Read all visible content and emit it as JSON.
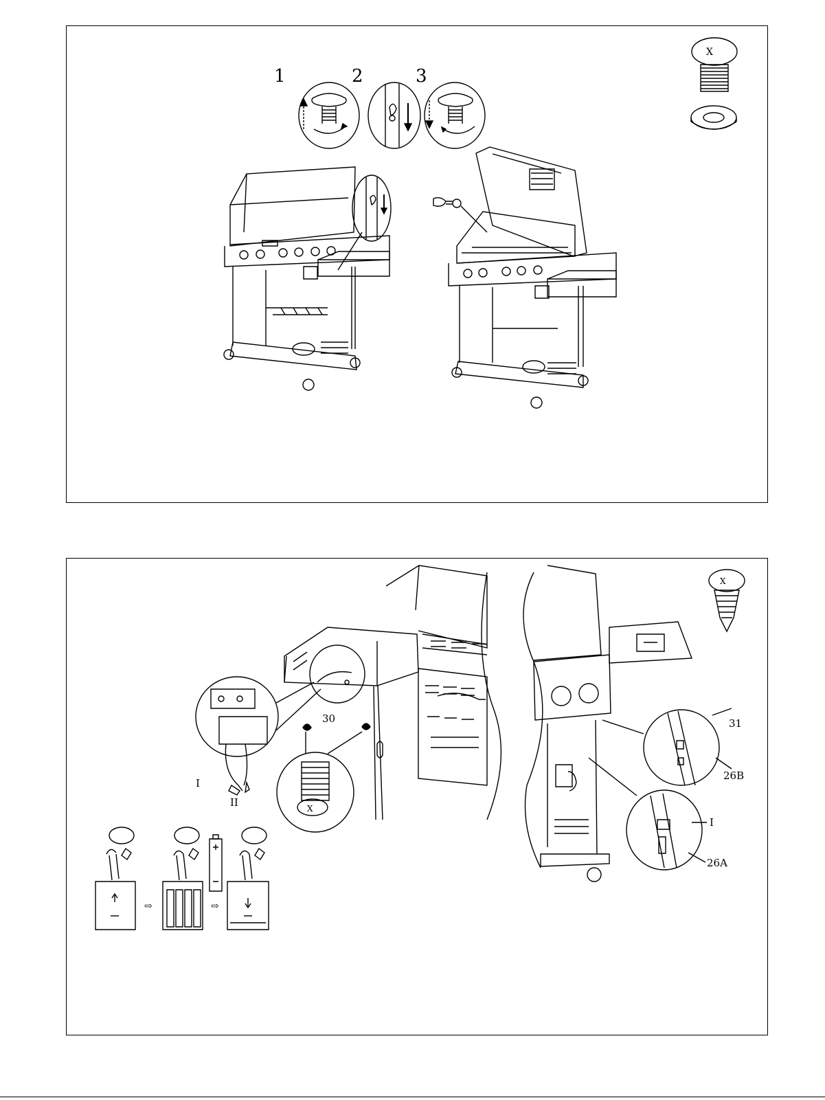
{
  "top_panel": {
    "step_numbers": [
      "1",
      "2",
      "3"
    ]
  },
  "bottom_panel": {
    "callouts": {
      "part_30": "30",
      "part_31": "31",
      "part_26b": "26B",
      "part_26a": "26A",
      "wire_i_left": "I",
      "wire_ii_left": "II",
      "wire_i_right": "I"
    }
  },
  "colors": {
    "line": "#000000",
    "background": "#ffffff"
  }
}
